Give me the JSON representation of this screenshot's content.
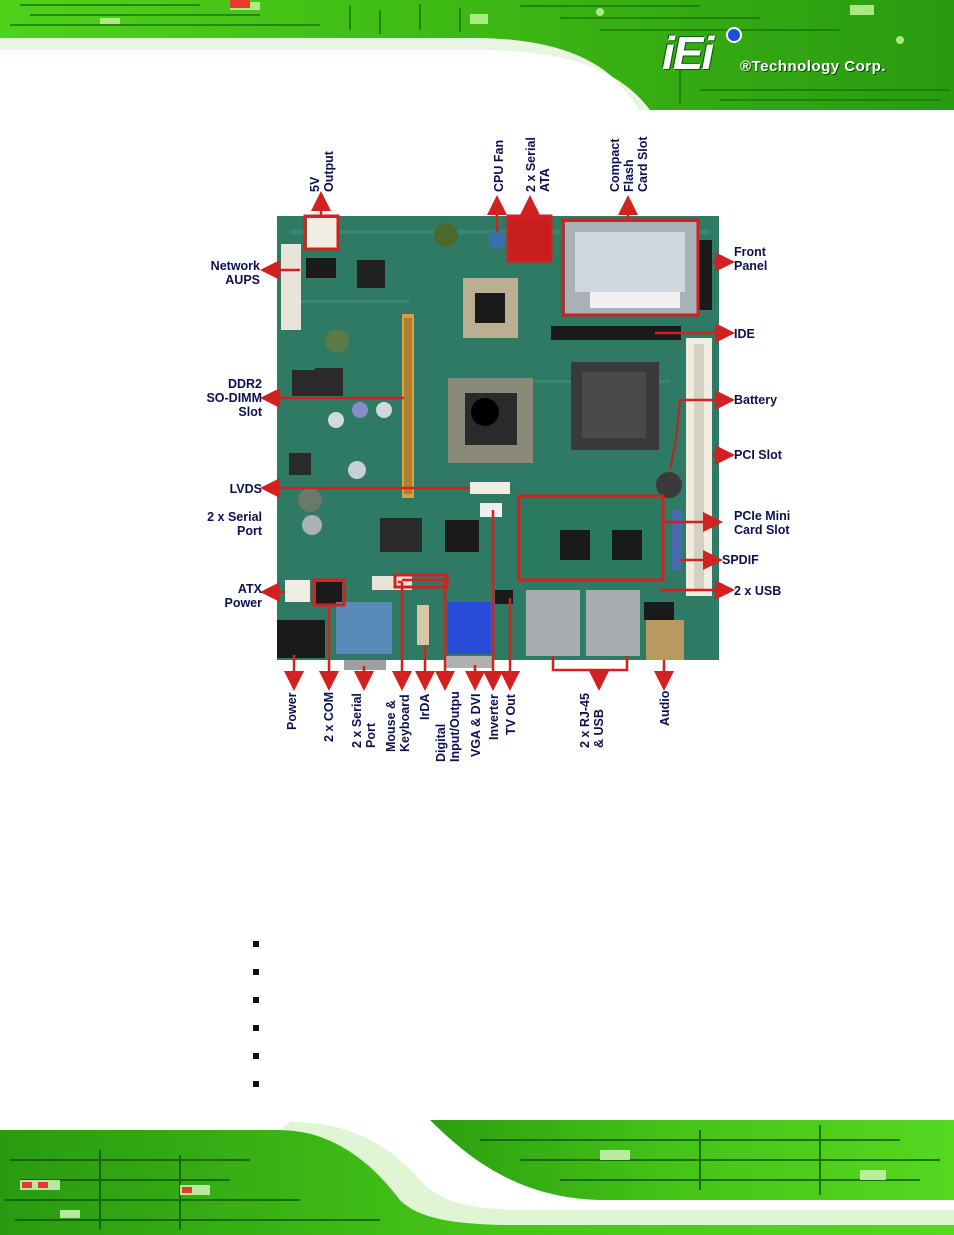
{
  "header": {
    "logo_text": "iEi",
    "company": "®Technology Corp."
  },
  "labels_left": {
    "network_aups": "Network\nAUPS",
    "ddr2": "DDR2\nSO-DIMM\nSlot",
    "lvds": "LVDS",
    "serial_port": "2 x Serial\nPort",
    "atx_power": "ATX\nPower"
  },
  "labels_top": {
    "output_5v": "5V\nOutput",
    "cpu_fan": "CPU Fan",
    "sata": "2 x Serial\nATA",
    "cf": "Compact\nFlash\nCard Slot"
  },
  "labels_right": {
    "front_panel": "Front\nPanel",
    "ide": "IDE",
    "battery": "Battery",
    "pci": "PCI Slot",
    "pcie": "PCIe Mini\nCard Slot",
    "spdif": "SPDIF",
    "usb2": "2 x USB"
  },
  "labels_bottom": {
    "power": "Power",
    "com": "2 x COM",
    "serial": "2 x Serial\nPort",
    "mouse": "Mouse &\nKeyboard",
    "irda": "IrDA",
    "digital": "Digital\nInput/Outpu",
    "vga": "VGA & DVI",
    "inverter": "Inverter",
    "tvout": "TV Out",
    "rj45": "2 x RJ-45\n& USB",
    "audio": "Audio"
  },
  "bullet_count": 6
}
